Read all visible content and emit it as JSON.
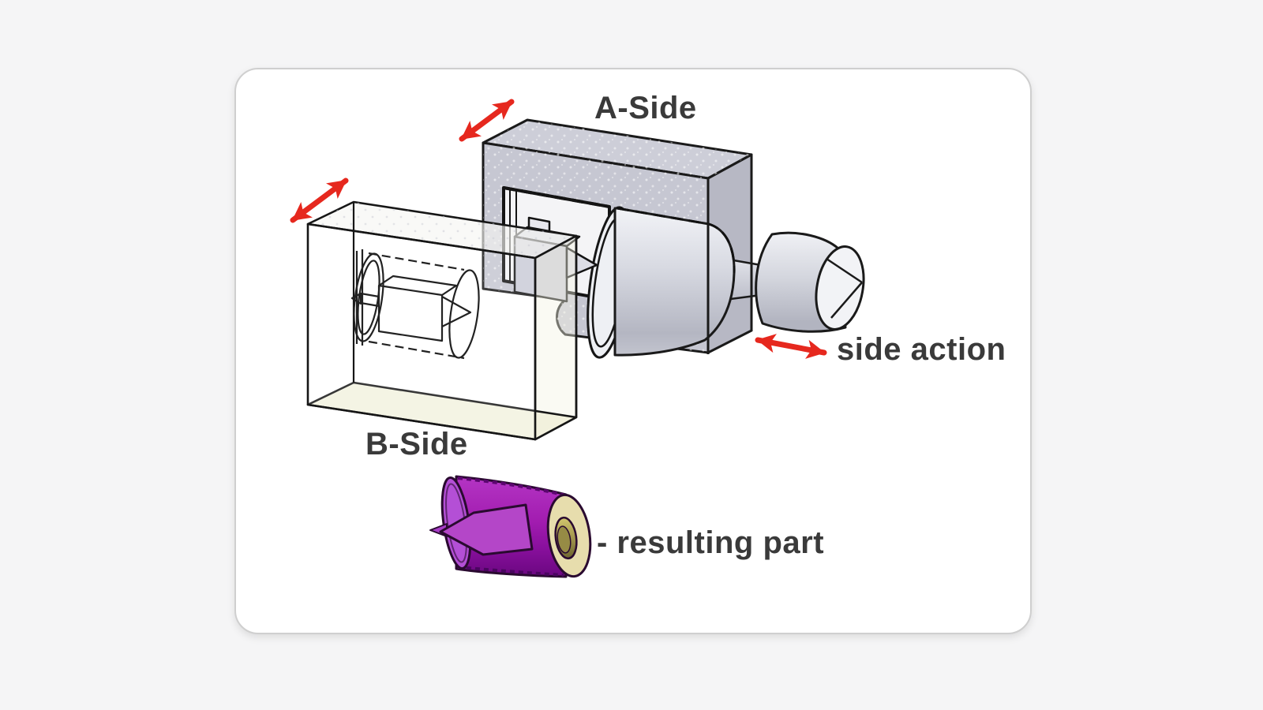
{
  "window": {
    "background_color": "#f5f5f6"
  },
  "card": {
    "background_color": "#ffffff",
    "border_color": "#cfcfcf"
  },
  "diagram": {
    "type": "injection-mold-side-action-illustration",
    "labels": {
      "a_side": "A-Side",
      "b_side": "B-Side",
      "side_action": "side action",
      "resulting_part": "- resulting part"
    },
    "icons": {
      "motion_arrow": "double-headed-arrow"
    },
    "colors": {
      "arrow": "#e6281e",
      "label_text": "#3a3a3a",
      "outline": "#1a1a1a",
      "mold_top": "#cdced8",
      "mold_front": "#c6c7d2",
      "mold_side": "#b7b8c4",
      "cylinder_light": "#f2f3f7",
      "cylinder_dark": "#b4b6c2",
      "cavity_tint": "#efeeda",
      "part_body": "#a21cb0",
      "part_body_dark": "#6a0780",
      "part_cap": "#b44fd6",
      "part_face": "#e7ddad",
      "part_hole": "#a4984e"
    }
  }
}
